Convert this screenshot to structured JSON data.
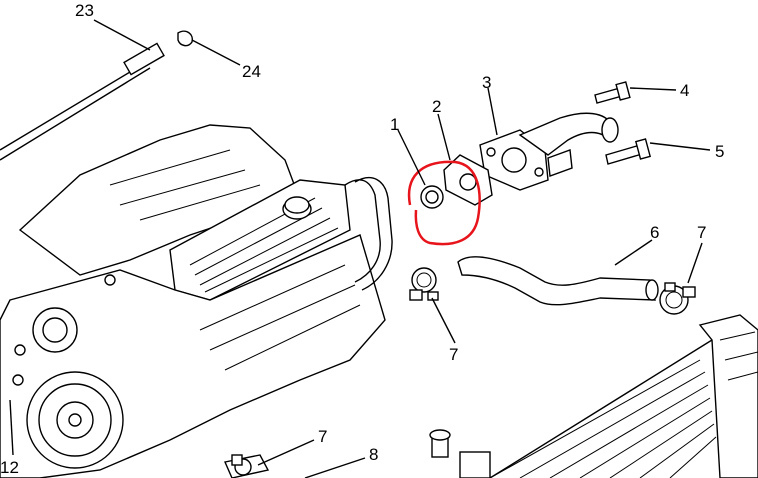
{
  "callouts": {
    "c1": "1",
    "c2": "2",
    "c3": "3",
    "c4": "4",
    "c5": "5",
    "c6": "6",
    "c7a": "7",
    "c7b": "7",
    "c7c": "7",
    "c8": "8",
    "c12": "12",
    "c23": "23",
    "c24": "24"
  },
  "colors": {
    "line": "#000000",
    "background": "#ffffff",
    "highlight": "#e8141c"
  }
}
